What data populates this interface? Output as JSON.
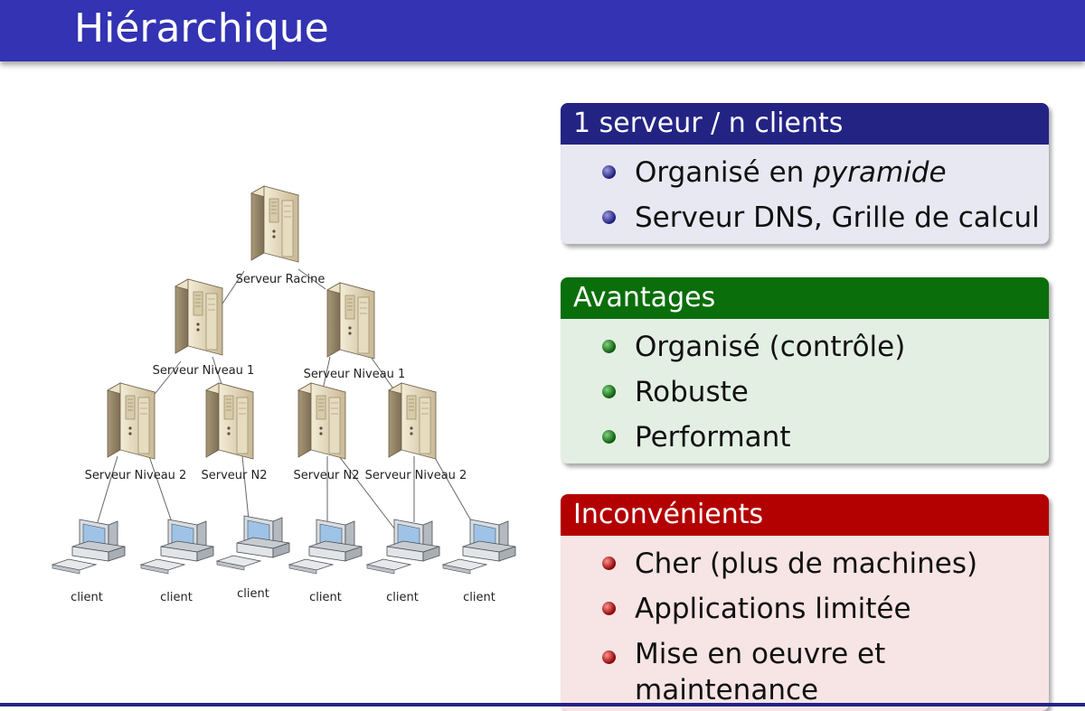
{
  "slide": {
    "title": "Hiérarchique"
  },
  "diagram": {
    "root_label": "Serveur Racine",
    "level1_labels": [
      "Serveur Niveau 1",
      "Serveur Niveau 1"
    ],
    "level2_labels": [
      "Serveur Niveau 2",
      "Serveur N2",
      "Serveur N2",
      "Serveur Niveau 2"
    ],
    "client_labels": [
      "client",
      "client",
      "client",
      "client",
      "client",
      "client"
    ]
  },
  "blocks": [
    {
      "title": "1 serveur / n clients",
      "items": [
        {
          "text": "Organisé en ",
          "emph": "pyramide"
        },
        {
          "text": "Serveur DNS, Grille de calcul"
        }
      ]
    },
    {
      "title": "Avantages",
      "items": [
        {
          "text": "Organisé (contrôle)"
        },
        {
          "text": "Robuste"
        },
        {
          "text": "Performant"
        }
      ]
    },
    {
      "title": "Inconvénients",
      "items": [
        {
          "text": "Cher (plus de machines)"
        },
        {
          "text": "Applications limitée"
        },
        {
          "text": "Mise en oeuvre et maintenance"
        }
      ]
    }
  ],
  "colors": {
    "title_bar": "#3333b3",
    "block1": "#232384",
    "block2": "#0a6e0a",
    "block3": "#b30000"
  }
}
